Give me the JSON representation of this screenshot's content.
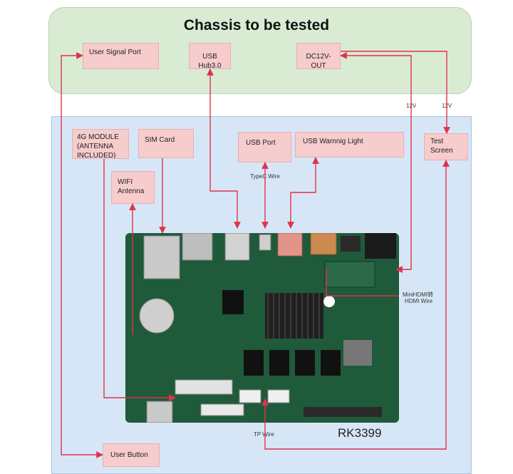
{
  "chassis": {
    "title": "Chassis to be tested",
    "user_signal_port": "User Signal Port",
    "usb_hub": "USB Hub3.0",
    "dc_out": "DC12V-OUT"
  },
  "board": {
    "module_4g": [
      "4G MODULE",
      "(ANTENNA",
      "INCLUDED)"
    ],
    "sim_card": "SIM Card",
    "wifi_antenna": [
      "WIFI",
      "Antenna"
    ],
    "usb_port": "USB Port",
    "usb_warning_light": "USB Warnnig Light",
    "test_screen": [
      "Test",
      "Screen"
    ],
    "user_button": "User Button",
    "board_name": "RK3399"
  },
  "wire_labels": {
    "typec": "TypeC Wire",
    "v12_left": "12V",
    "v12_right": "12V",
    "hdmi": [
      "MiniHDMI转",
      "HDMI Wire"
    ],
    "tp": "TP Wire"
  },
  "colors": {
    "arrow": "#e0324b",
    "box_fill": "#f6cccc",
    "chassis_fill": "#d9ecd3",
    "board_fill": "#d7e6f6",
    "pcb": "#1f5a3a"
  }
}
